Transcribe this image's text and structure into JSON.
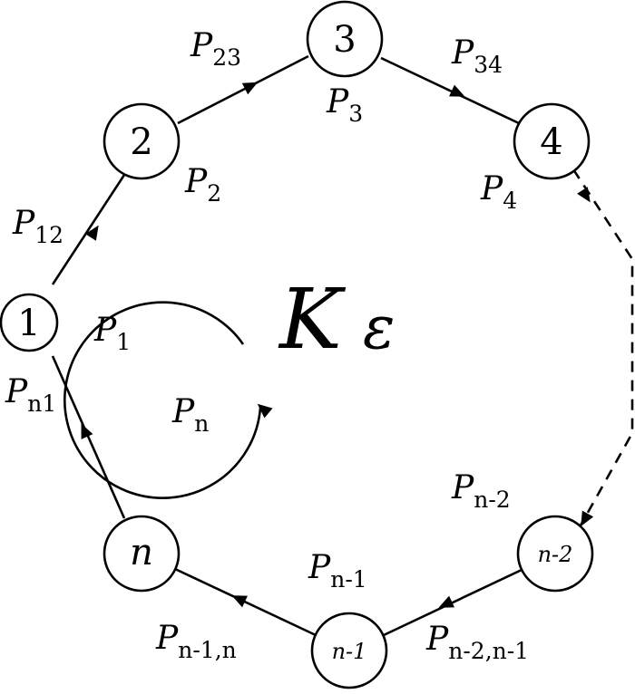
{
  "nodes": {
    "n1": "1",
    "n2": "2",
    "n3": "3",
    "n4": "4",
    "nn": "n",
    "nn1": "n-1",
    "nn2": "n-2"
  },
  "edge_labels": {
    "p12": {
      "main": "P",
      "sub": "12"
    },
    "p23": {
      "main": "P",
      "sub": "23"
    },
    "p34": {
      "main": "P",
      "sub": "34"
    },
    "pn2n1": {
      "main": "P",
      "sub": "n-2,n-1"
    },
    "pn1n": {
      "main": "P",
      "sub": "n-1,n"
    },
    "pn1": {
      "main": "P",
      "sub": "n1"
    }
  },
  "node_labels": {
    "p1": {
      "main": "P",
      "sub": "1"
    },
    "p2": {
      "main": "P",
      "sub": "2"
    },
    "p3": {
      "main": "P",
      "sub": "3"
    },
    "p4": {
      "main": "P",
      "sub": "4"
    },
    "pn": {
      "main": "P",
      "sub": "n"
    },
    "pnm1": {
      "main": "P",
      "sub": "n-1"
    },
    "pnm2": {
      "main": "P",
      "sub": "n-2"
    }
  },
  "center": {
    "symbol": "K",
    "epsilon": "ε"
  }
}
